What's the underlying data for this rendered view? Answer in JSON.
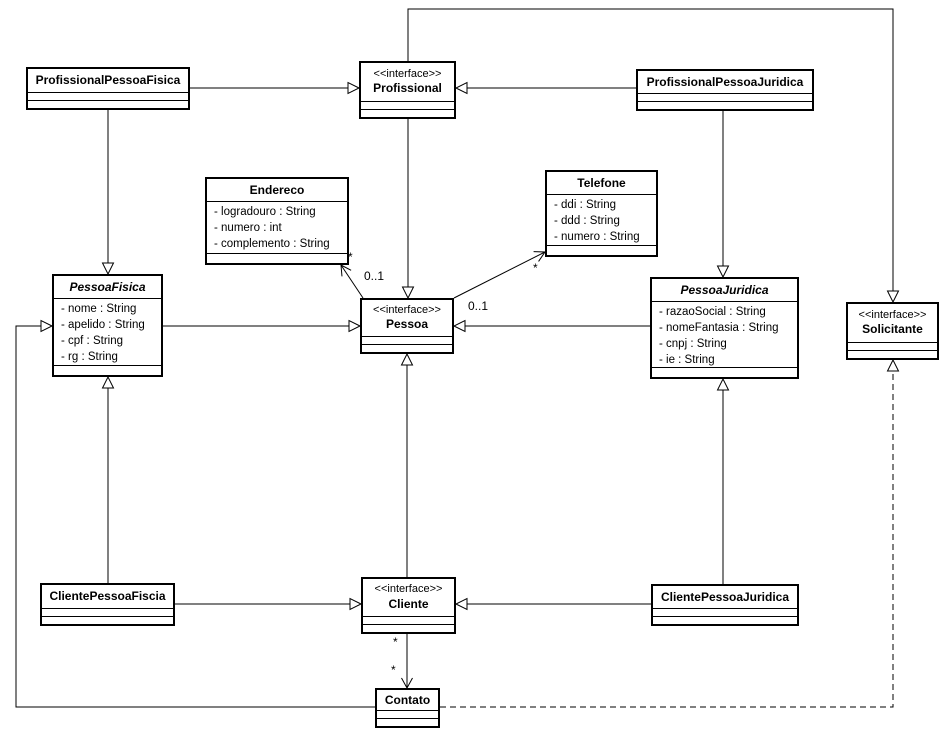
{
  "diagram": {
    "kind": "uml-class-diagram",
    "colors": {
      "line": "#000000",
      "background": "#ffffff",
      "box_fill": "#ffffff"
    },
    "classes": {
      "profissionalPessoaFisica": {
        "name": "ProfissionalPessoaFisica"
      },
      "profissional": {
        "stereotype": "<<interface>>",
        "name": "Profissional"
      },
      "profissionalPessoaJuridica": {
        "name": "ProfissionalPessoaJuridica"
      },
      "endereco": {
        "name": "Endereco",
        "attributes": [
          "- logradouro : String",
          "- numero : int",
          "- complemento : String"
        ]
      },
      "telefone": {
        "name": "Telefone",
        "attributes": [
          "- ddi : String",
          "- ddd : String",
          "- numero : String"
        ]
      },
      "pessoaFisica": {
        "name": "PessoaFisica",
        "attributes": [
          "- nome : String",
          "- apelido : String",
          "- cpf : String",
          "- rg : String"
        ]
      },
      "pessoa": {
        "stereotype": "<<interface>>",
        "name": "Pessoa"
      },
      "pessoaJuridica": {
        "name": "PessoaJuridica",
        "attributes": [
          "- razaoSocial : String",
          "- nomeFantasia : String",
          "- cnpj : String",
          "- ie : String"
        ]
      },
      "solicitante": {
        "stereotype": "<<interface>>",
        "name": "Solicitante"
      },
      "clientePessoaFiscia": {
        "name": "ClientePessoaFiscia"
      },
      "cliente": {
        "stereotype": "<<interface>>",
        "name": "Cliente"
      },
      "clientePessoaJuridica": {
        "name": "ClientePessoaJuridica"
      },
      "contato": {
        "name": "Contato"
      }
    },
    "multiplicities": {
      "pessoa_endereco": {
        "near_pessoa": "0..1",
        "near_endereco": "*"
      },
      "pessoa_telefone": {
        "near_pessoa": "0..1",
        "near_telefone": "*"
      },
      "cliente_contato": {
        "near_cliente": "*",
        "near_contato": "*"
      }
    }
  }
}
